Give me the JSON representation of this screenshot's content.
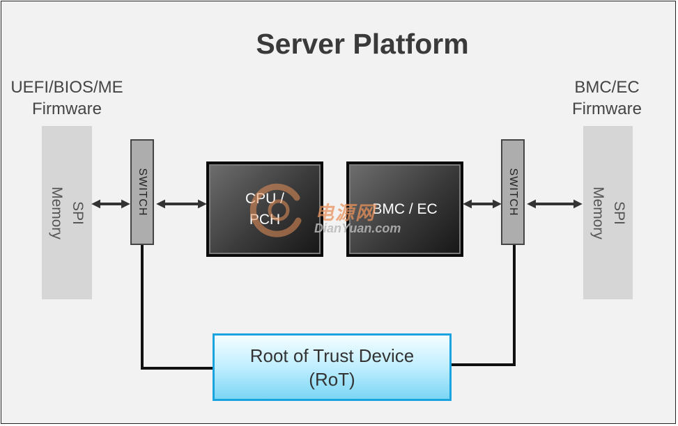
{
  "title": "Server Platform",
  "left": {
    "label_line1": "UEFI/BIOS/ME",
    "label_line2": "Firmware",
    "memory_line1": "SPI",
    "memory_line2": "Memory",
    "switch_label": "SWITCH"
  },
  "right": {
    "label_line1": "BMC/EC",
    "label_line2": "Firmware",
    "memory_line1": "SPI",
    "memory_line2": "Memory",
    "switch_label": "SWITCH"
  },
  "cpu": {
    "line1": "CPU /",
    "line2": "PCH"
  },
  "bmc": {
    "label": "BMC / EC"
  },
  "rot": {
    "line1": "Root of Trust Device",
    "line2": "(RoT)"
  },
  "watermark": {
    "cn": "电源网",
    "en": "DianYuan.com",
    "color": "#e8915a"
  }
}
